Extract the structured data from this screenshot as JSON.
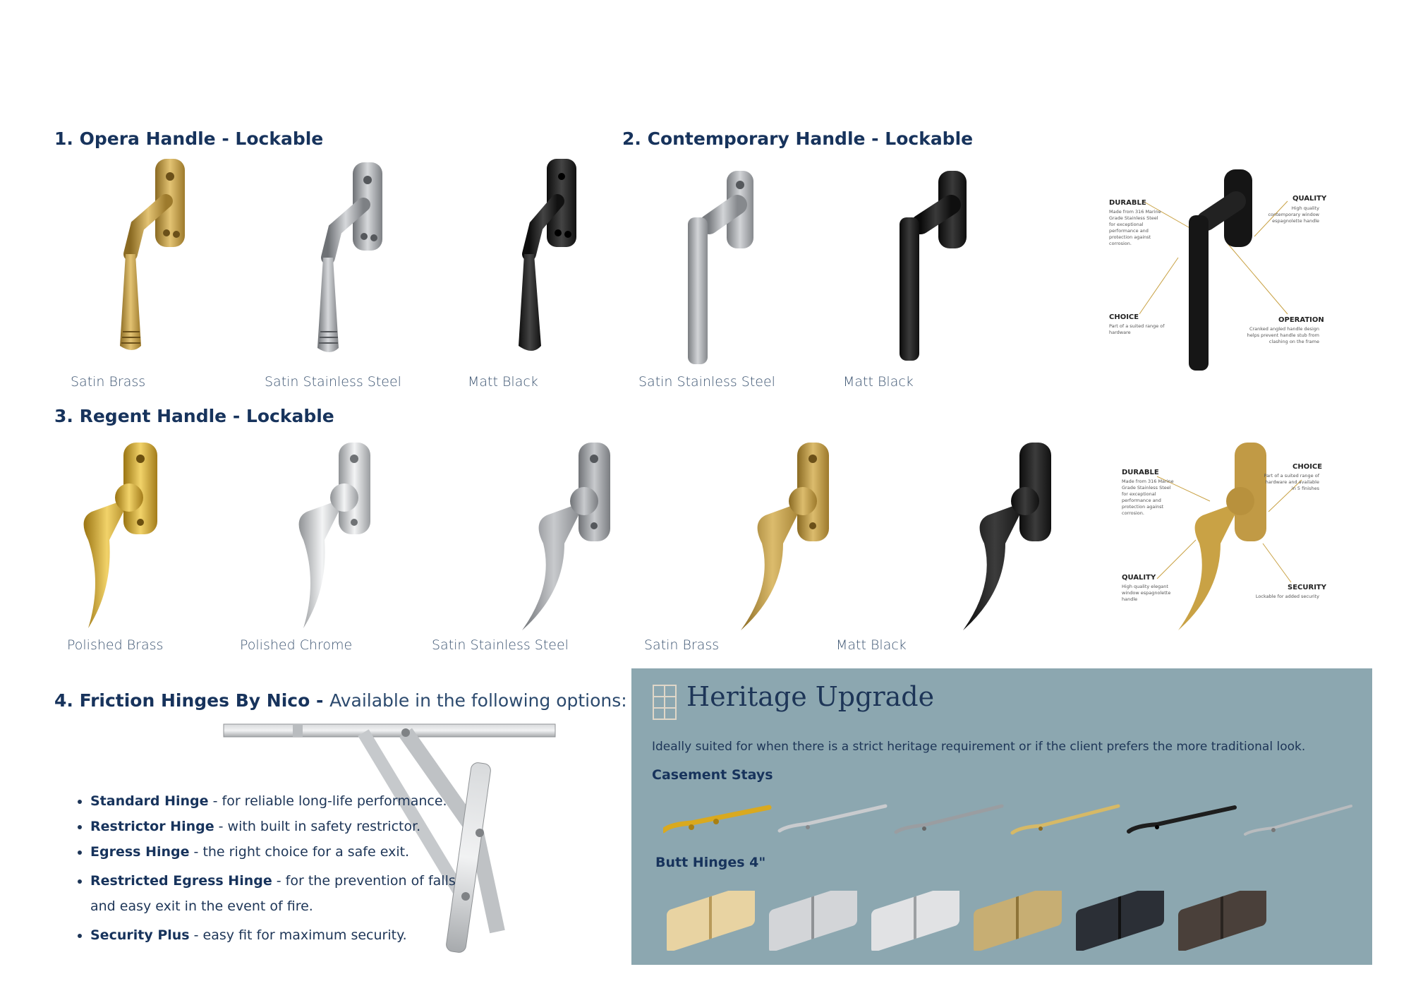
{
  "sections": {
    "opera": {
      "title": "1. Opera Handle - Lockable",
      "finishes": [
        "Satin Brass",
        "Satin Stainless Steel",
        "Matt Black"
      ]
    },
    "contemporary": {
      "title": "2. Contemporary Handle - Lockable",
      "finishes": [
        "Satin Stainless Steel",
        "Matt Black"
      ],
      "callouts": {
        "durable": {
          "title": "DURABLE",
          "text": "Made from 316 Marine Grade Stainless Steel for exceptional performance and protection against corrosion."
        },
        "quality": {
          "title": "QUALITY",
          "text": "High quality contemporary window espagnolette handle"
        },
        "choice": {
          "title": "CHOICE",
          "text": "Part of a suited range of hardware"
        },
        "operation": {
          "title": "OPERATION",
          "text": "Cranked angled handle design helps prevent handle stub from clashing on the frame"
        }
      }
    },
    "regent": {
      "title": "3. Regent Handle - Lockable",
      "finishes": [
        "Polished Brass",
        "Polished Chrome",
        "Satin Stainless Steel",
        "Satin Brass",
        "Matt Black"
      ],
      "callouts": {
        "durable": {
          "title": "DURABLE",
          "text": "Made from 316 Marine Grade Stainless Steel for exceptional performance and protection against corrosion."
        },
        "choice": {
          "title": "CHOICE",
          "text": "Part of a suited range of hardware and available in 5 finishes"
        },
        "quality": {
          "title": "QUALITY",
          "text": "High quality elegant window espagnolette handle"
        },
        "security": {
          "title": "SECURITY",
          "text": "Lockable for added security"
        }
      }
    },
    "hinges": {
      "title_bold": "4. Friction Hinges By Nico -",
      "title_light": "Available in the following options:",
      "items": [
        {
          "name": "Standard Hinge",
          "desc": "- for reliable long-life performance."
        },
        {
          "name": "Restrictor Hinge",
          "desc": "- with built in safety restrictor."
        },
        {
          "name": "Egress Hinge",
          "desc": "- the right choice for a safe exit."
        },
        {
          "name": "Restricted Egress Hinge",
          "desc": "- for the prevention of falls and easy exit in the event of fire."
        },
        {
          "name": "Security Plus",
          "desc": "- easy fit for maximum security."
        }
      ]
    }
  },
  "heritage": {
    "title": "Heritage Upgrade",
    "description": "Ideally suited for when there is a strict heritage requirement or if the client prefers the more traditional look.",
    "casement_title": "Casement Stays",
    "butt_title": "Butt Hinges 4\""
  },
  "colors": {
    "brass": "#c9a245",
    "stainless": "#a9acb0",
    "black": "#1c1c1c",
    "chrome": "#d4d6d9",
    "heritage_bg": "#8ca7b0",
    "heading": "#17335c"
  }
}
